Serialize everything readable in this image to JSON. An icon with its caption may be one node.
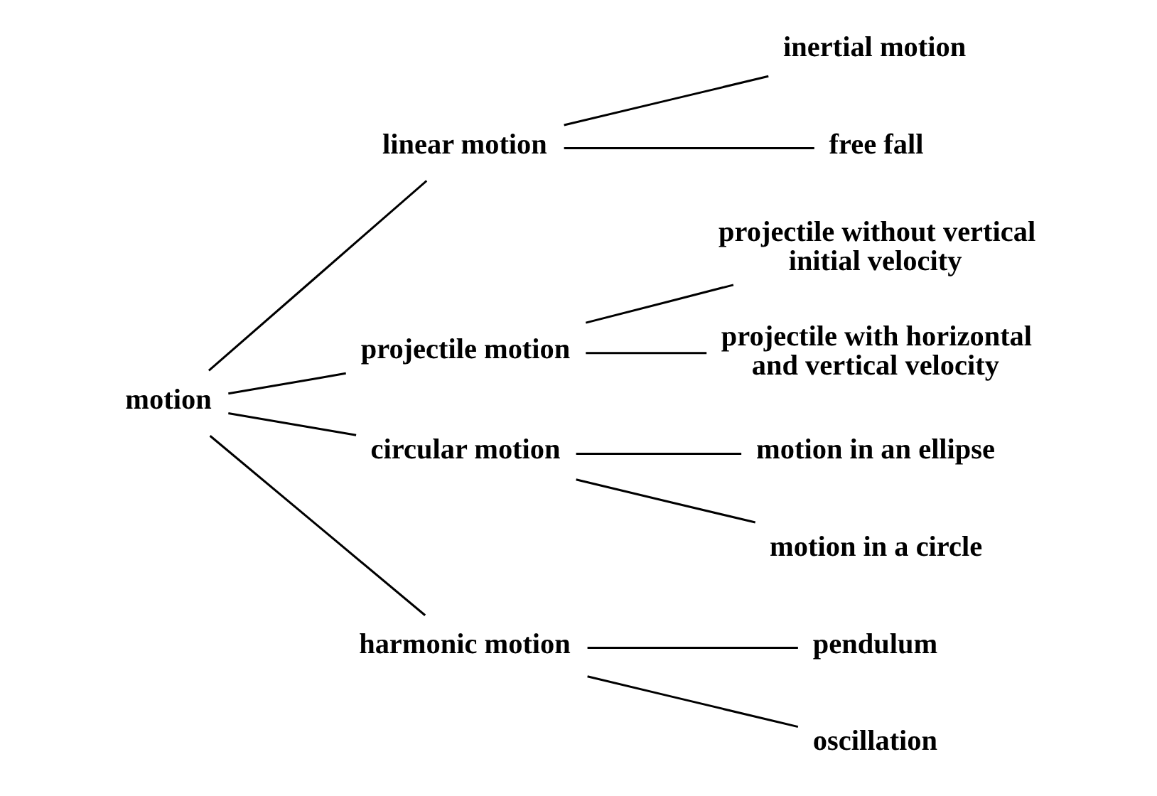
{
  "diagram": {
    "nodes": [
      {
        "text": [
          "motion"
        ]
      },
      {
        "text": [
          "linear motion"
        ]
      },
      {
        "text": [
          "projectile motion"
        ]
      },
      {
        "text": [
          "circular motion"
        ]
      },
      {
        "text": [
          "harmonic motion"
        ]
      },
      {
        "text": [
          "inertial motion"
        ]
      },
      {
        "text": [
          "free fall"
        ]
      },
      {
        "text": [
          "projectile without vertical initial velocity"
        ]
      },
      {
        "text": [
          "projectile with horizontal and vertical velocity"
        ]
      },
      {
        "text": [
          "motion in an ellipse"
        ]
      },
      {
        "text": [
          "motion in a circle"
        ]
      },
      {
        "text": [
          "pendulum"
        ]
      },
      {
        "text": [
          "oscillation"
        ]
      }
    ],
    "edges": [
      {
        "from": 0,
        "to": 1,
        "arrow": "none"
      },
      {
        "from": 0,
        "to": 2,
        "arrow": "none"
      },
      {
        "from": 0,
        "to": 3,
        "arrow": "none"
      },
      {
        "from": 0,
        "to": 4,
        "arrow": "none"
      },
      {
        "from": 1,
        "to": 5,
        "arrow": "none"
      },
      {
        "from": 1,
        "to": 6,
        "arrow": "none"
      },
      {
        "from": 2,
        "to": 7,
        "arrow": "none"
      },
      {
        "from": 2,
        "to": 8,
        "arrow": "none"
      },
      {
        "from": 3,
        "to": 9,
        "arrow": "none"
      },
      {
        "from": 3,
        "to": 10,
        "arrow": "none"
      },
      {
        "from": 4,
        "to": 11,
        "arrow": "none"
      },
      {
        "from": 4,
        "to": 12,
        "arrow": "none"
      }
    ]
  }
}
